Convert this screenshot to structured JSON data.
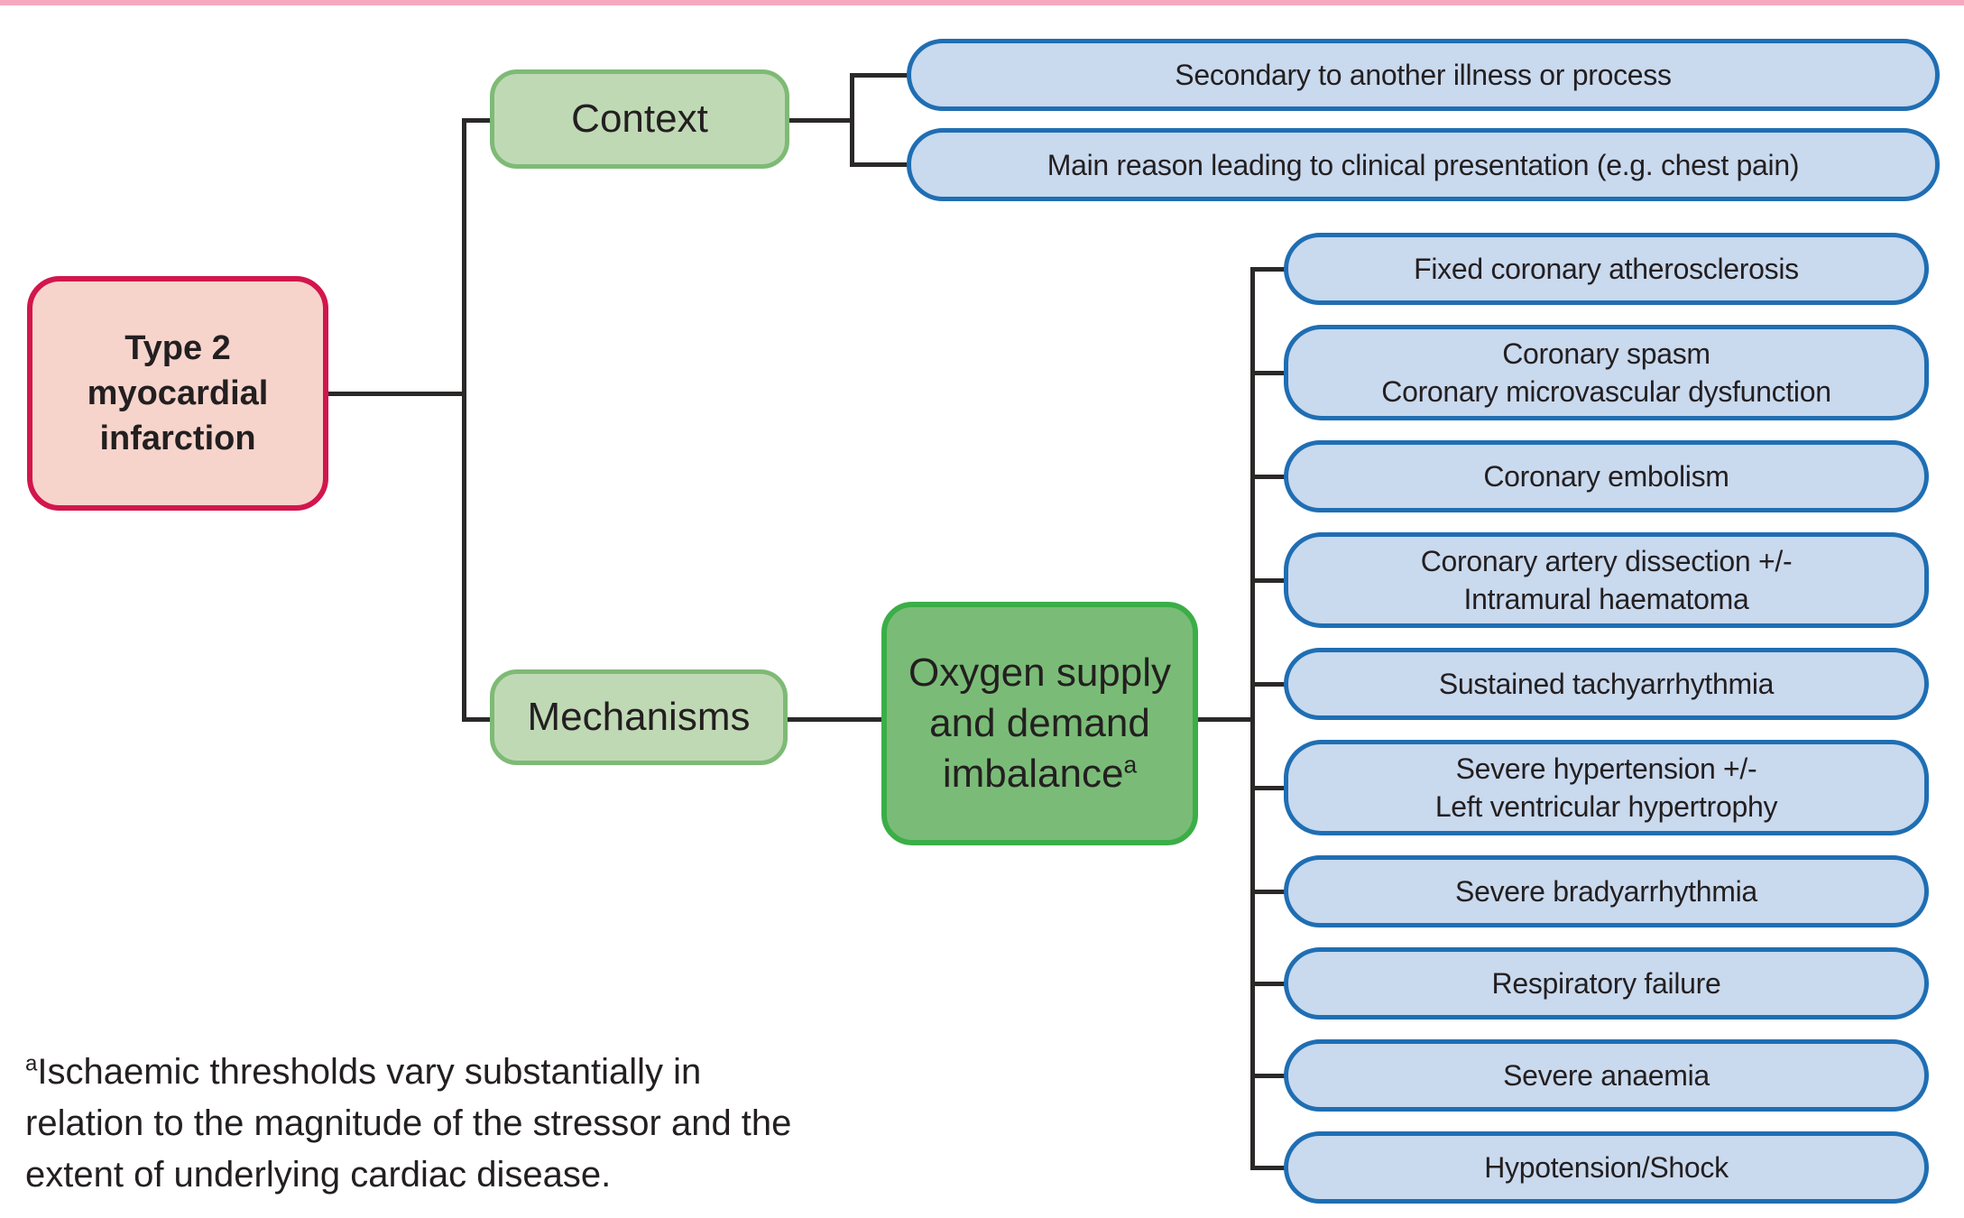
{
  "colors": {
    "topbar": "#f6a9be",
    "line": "#2b2828",
    "text": "#231f20",
    "root-fill": "#f6d4cb",
    "root-border": "#d2164c",
    "green-fill": "#c0d9b5",
    "green-border": "#7eba76",
    "hub-fill": "#7abc77",
    "hub-border": "#3bae47",
    "blue-fill": "#c9d9ee",
    "blue-border": "#1f6eb3"
  },
  "root": {
    "lines": [
      "Type 2",
      "myocardial",
      "infarction"
    ]
  },
  "context": {
    "label": "Context",
    "children": [
      {
        "lines": [
          "Secondary to another illness or process"
        ]
      },
      {
        "lines": [
          "Main reason leading to clinical presentation (e.g. chest pain)"
        ]
      }
    ]
  },
  "mechanisms": {
    "label": "Mechanisms",
    "hub": {
      "lines": [
        "Oxygen supply",
        "and demand",
        "imbalance"
      ],
      "sup": "a"
    },
    "children": [
      {
        "lines": [
          "Fixed coronary atherosclerosis"
        ]
      },
      {
        "lines": [
          "Coronary spasm",
          "Coronary microvascular dysfunction"
        ]
      },
      {
        "lines": [
          "Coronary embolism"
        ]
      },
      {
        "lines": [
          "Coronary artery dissection +/-",
          "Intramural haematoma"
        ]
      },
      {
        "lines": [
          "Sustained tachyarrhythmia"
        ]
      },
      {
        "lines": [
          "Severe hypertension +/-",
          "Left ventricular hypertrophy"
        ]
      },
      {
        "lines": [
          "Severe bradyarrhythmia"
        ]
      },
      {
        "lines": [
          "Respiratory failure"
        ]
      },
      {
        "lines": [
          "Severe anaemia"
        ]
      },
      {
        "lines": [
          "Hypotension/Shock"
        ]
      }
    ]
  },
  "footnote": {
    "sup": "a",
    "lines": [
      "Ischaemic thresholds vary substantially in",
      "relation to the magnitude of the stressor and the",
      "extent of underlying cardiac disease."
    ]
  }
}
